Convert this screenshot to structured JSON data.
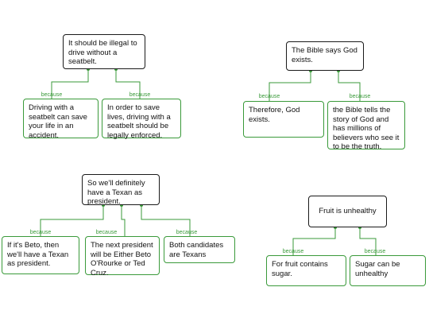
{
  "connector_label": "because",
  "colors": {
    "connector": "#3a9a3a",
    "claim_border": "#1a1a1a"
  },
  "maps": [
    {
      "claim": "It should be illegal to drive without a seatbelt.",
      "reasons": [
        "Driving with a seatbelt can save your life in an accident.",
        "In order to save lives, driving with a seatbelt should be legally enforced."
      ]
    },
    {
      "claim": "The Bible says God exists.",
      "reasons": [
        "Therefore, God exists.",
        "the Bible tells the story of God and has millions of believers who see it to be the truth."
      ]
    },
    {
      "claim": "So we'll definitely have a Texan as president.",
      "reasons": [
        "If it's Beto, then we'll have a Texan as president.",
        "The next president will be Either Beto O'Rourke or Ted Cruz.",
        "Both candidates are Texans"
      ]
    },
    {
      "claim": "Fruit is unhealthy",
      "reasons": [
        "For fruit contains sugar.",
        "Sugar can be unhealthy"
      ]
    }
  ]
}
